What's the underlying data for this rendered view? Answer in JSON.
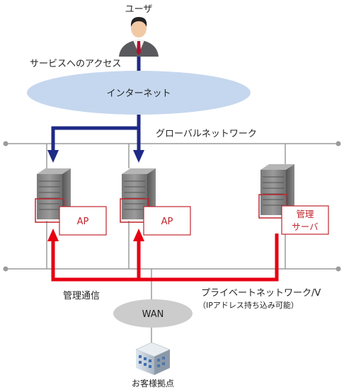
{
  "user": {
    "label": "ユーザ"
  },
  "access_label": "サービスへのアクセス",
  "internet": {
    "label": "インターネット",
    "fill": "#c5d7ee"
  },
  "global_network": {
    "label": "グローバルネットワーク"
  },
  "servers": [
    {
      "label": "AP"
    },
    {
      "label": "AP"
    },
    {
      "label_line1": "管理",
      "label_line2": "サーバ"
    }
  ],
  "management_label": "管理通信",
  "private_network": {
    "label": "プライベートネットワーク/V",
    "sublabel": "（IPアドレス持ち込み可能）"
  },
  "wan": {
    "label": "WAN",
    "fill": "#cccccc"
  },
  "site": {
    "label": "お客様拠点"
  },
  "colors": {
    "blue_arrow": "#1f2a87",
    "red_arrow": "#e60012",
    "network_line": "#9a9a9a",
    "server_frame": "#c0262d"
  }
}
